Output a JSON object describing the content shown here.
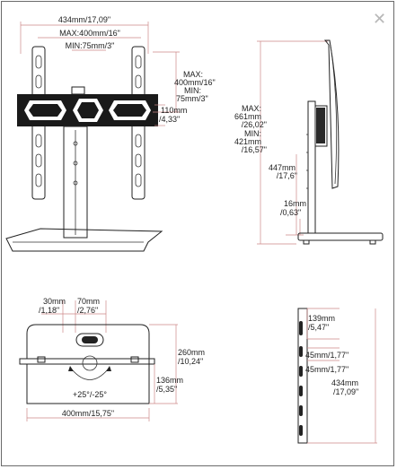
{
  "close_icon": "close-icon",
  "front_view": {
    "width_total": "434mm/17,09\"",
    "mount_max": "MAX:400mm/16\"",
    "mount_min": "MIN:75mm/3\"",
    "vesa_max_label": "MAX:",
    "vesa_max_value": "400mm/16\"",
    "vesa_min_label": "MIN:",
    "vesa_min_value": "75mm/3\"",
    "step_mm": "110mm",
    "step_in": "/4,33\""
  },
  "side_view": {
    "max_label": "MAX:",
    "max_mm": "661mm",
    "max_in": "/26,02\"",
    "min_label": "MIN:",
    "min_mm": "421mm",
    "min_in": "/16,57\"",
    "pole_mm": "447mm",
    "pole_in": "/17,6\"",
    "base_mm": "16mm",
    "base_in": "/0,63\""
  },
  "top_view": {
    "left_mm": "30mm",
    "left_in": "/1,18\"",
    "center_mm": "70mm",
    "center_in": "/2,76\"",
    "depth_mm": "260mm",
    "depth_in": "/10,24\"",
    "offset_mm": "136mm",
    "offset_in": "/5,35\"",
    "swivel": "+25°/-25°",
    "width": "400mm/15,75\""
  },
  "pole_view": {
    "top_mm": "139mm",
    "top_in": "/5,47\"",
    "gap1": "45mm/1,77\"",
    "gap2": "45mm/1,77\"",
    "total_mm": "434mm",
    "total_in": "/17,09\""
  }
}
